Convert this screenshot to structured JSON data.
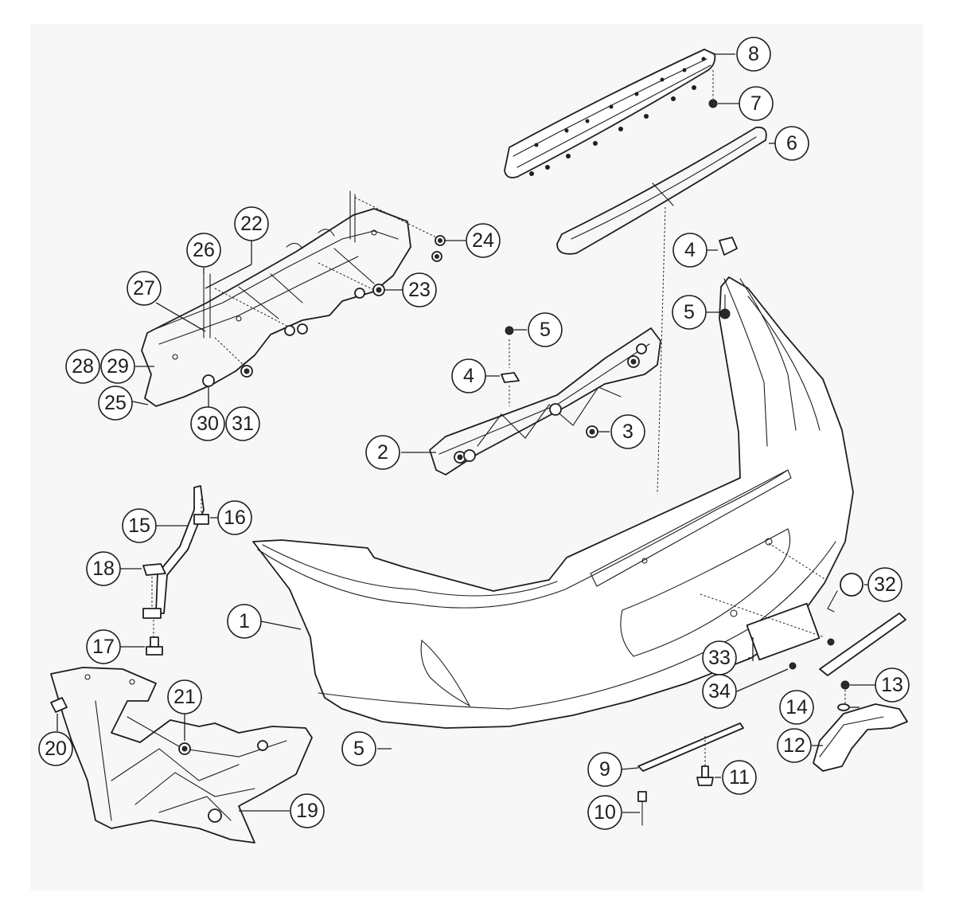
{
  "diagram": {
    "callouts": [
      {
        "id": "c1",
        "label": "1"
      },
      {
        "id": "c2",
        "label": "2"
      },
      {
        "id": "c3",
        "label": "3"
      },
      {
        "id": "c4a",
        "label": "4"
      },
      {
        "id": "c4b",
        "label": "4"
      },
      {
        "id": "c5a",
        "label": "5"
      },
      {
        "id": "c5b",
        "label": "5"
      },
      {
        "id": "c5c",
        "label": "5"
      },
      {
        "id": "c6",
        "label": "6"
      },
      {
        "id": "c7",
        "label": "7"
      },
      {
        "id": "c8",
        "label": "8"
      },
      {
        "id": "c9",
        "label": "9"
      },
      {
        "id": "c10",
        "label": "10"
      },
      {
        "id": "c11",
        "label": "11"
      },
      {
        "id": "c12",
        "label": "12"
      },
      {
        "id": "c13",
        "label": "13"
      },
      {
        "id": "c14",
        "label": "14"
      },
      {
        "id": "c15",
        "label": "15"
      },
      {
        "id": "c16",
        "label": "16"
      },
      {
        "id": "c17",
        "label": "17"
      },
      {
        "id": "c18",
        "label": "18"
      },
      {
        "id": "c19",
        "label": "19"
      },
      {
        "id": "c20",
        "label": "20"
      },
      {
        "id": "c21",
        "label": "21"
      },
      {
        "id": "c22",
        "label": "22"
      },
      {
        "id": "c23",
        "label": "23"
      },
      {
        "id": "c24",
        "label": "24"
      },
      {
        "id": "c25",
        "label": "25"
      },
      {
        "id": "c26",
        "label": "26"
      },
      {
        "id": "c27",
        "label": "27"
      },
      {
        "id": "c28",
        "label": "28"
      },
      {
        "id": "c29",
        "label": "29"
      },
      {
        "id": "c30",
        "label": "30"
      },
      {
        "id": "c31",
        "label": "31"
      },
      {
        "id": "c32",
        "label": "32"
      },
      {
        "id": "c33",
        "label": "33"
      },
      {
        "id": "c34",
        "label": "34"
      }
    ]
  }
}
